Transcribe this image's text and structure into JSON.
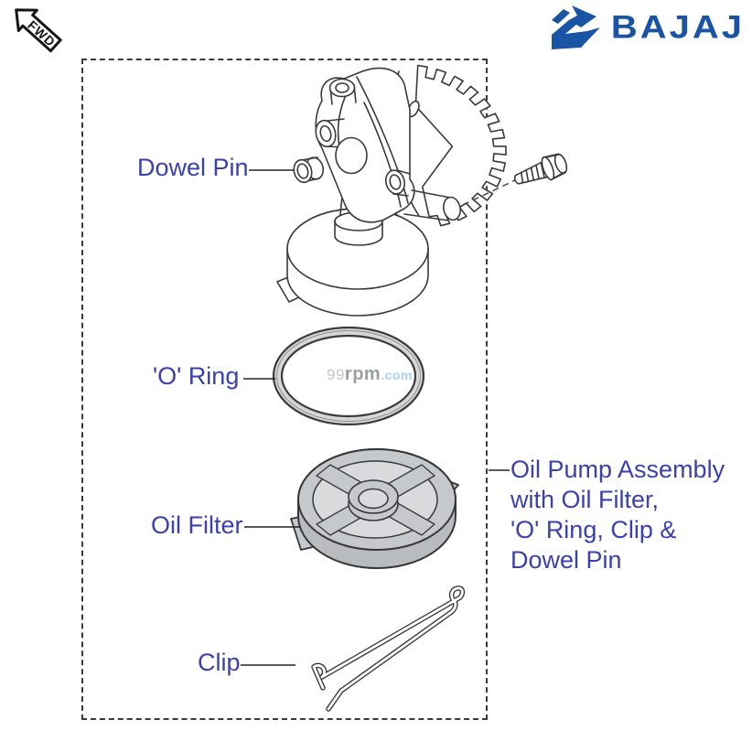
{
  "brand": {
    "name": "BAJAJ",
    "fwd_badge": "FWD"
  },
  "diagram": {
    "labels": {
      "dowel_pin": "Dowel Pin",
      "o_ring": "'O' Ring",
      "oil_filter": "Oil Filter",
      "clip": "Clip"
    },
    "assembly_label": {
      "line1": "Oil Pump Assembly",
      "line2": "with Oil Filter,",
      "line3": "'O' Ring, Clip &",
      "line4": "Dowel Pin"
    },
    "watermark": {
      "prefix": "99",
      "middle": "rpm",
      "suffix": ".com"
    }
  },
  "colors": {
    "label_blue": "#3a40ae",
    "brand_blue": "#1a54a4",
    "line_dark": "#3a3a3a",
    "part_fill_gray": "#c6c9cb",
    "part_recess_gray": "#d8dadc",
    "oring_fill_gray": "#d6d6d6",
    "watermark_blue": "#a5d2ef"
  }
}
